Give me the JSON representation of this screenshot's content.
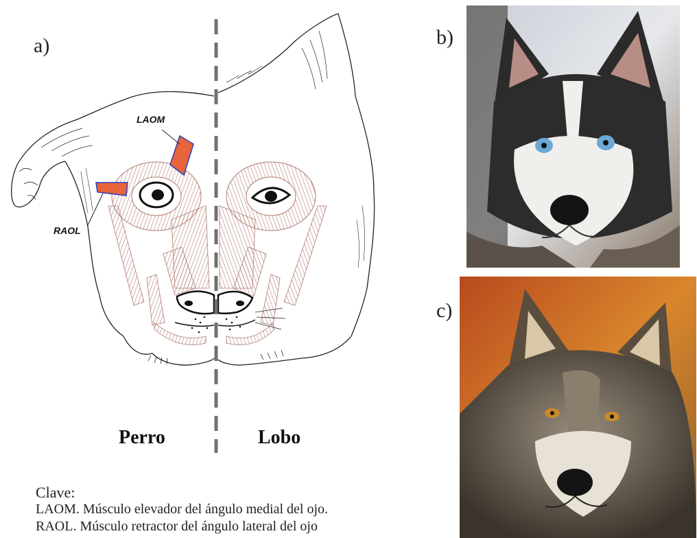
{
  "panels": {
    "a": "a)",
    "b": "b)",
    "c": "c)"
  },
  "diagram": {
    "left_label": "Perro",
    "right_label": "Lobo",
    "muscle_labels": {
      "laom": "LAOM",
      "raol": "RAOL"
    }
  },
  "key": {
    "title": "Clave:",
    "lines": [
      "LAOM. Músculo elevador del ángulo medial del ojo.",
      "RAOL. Músculo retractor del ángulo lateral del ojo"
    ]
  },
  "colors": {
    "muscle_fill": "#e8643a",
    "muscle_edge": "#2a3fbf",
    "muscle_lines": "#b07a6e",
    "divider": "#707070"
  }
}
